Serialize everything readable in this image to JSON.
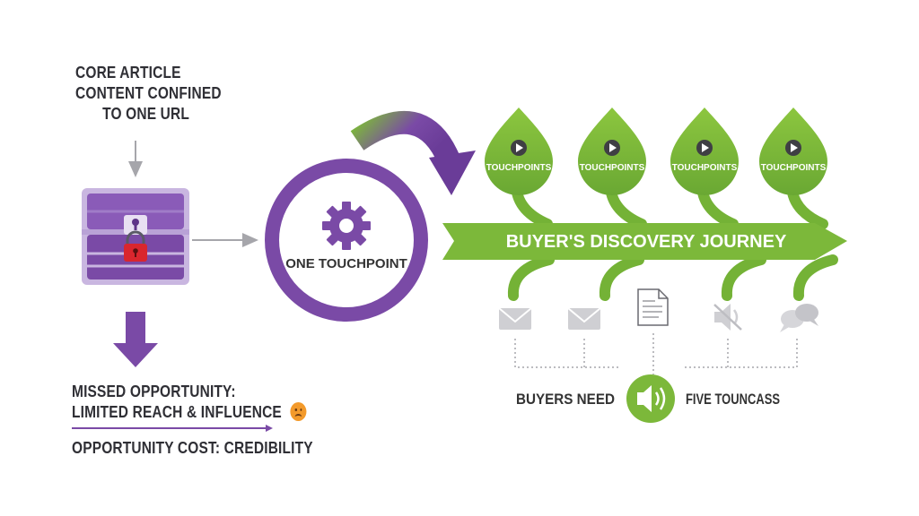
{
  "core_article": {
    "line1": "CORE ARTICLE",
    "line2": "CONTENT CONFINED",
    "line3": "TO ONE URL"
  },
  "missed": {
    "line1": "MISSED OPPORTUNITY:",
    "line2": "LIMITED REACH & INFLUENCE",
    "emoji": "sad-face-icon"
  },
  "opportunity_cost": "OPPORTUNITY COST: CREDIBILITY",
  "one_touchpoint": "ONE TOUCHPOINT",
  "journey": {
    "title": "BUYER'S DISCOVERY JOURNEY",
    "touchpoints": [
      "TOUCHPOINTS",
      "TOUCHPOINTS",
      "TOUCHPOINTS",
      "TOUCHPOINTS"
    ],
    "bottom_icons": [
      "envelope-icon",
      "envelope-icon",
      "document-icon",
      "muted-speaker-icon",
      "chat-bubbles-icon"
    ],
    "buyers_need": "BUYERS NEED",
    "five_touches": "FIVE TOUNCASS"
  },
  "colors": {
    "purple": "#7a4aa6",
    "purple_dark": "#5e3488",
    "green": "#7cb83a",
    "green_dark": "#5f9a2a",
    "lock_red": "#d9262e",
    "gray": "#9a9aa0"
  }
}
